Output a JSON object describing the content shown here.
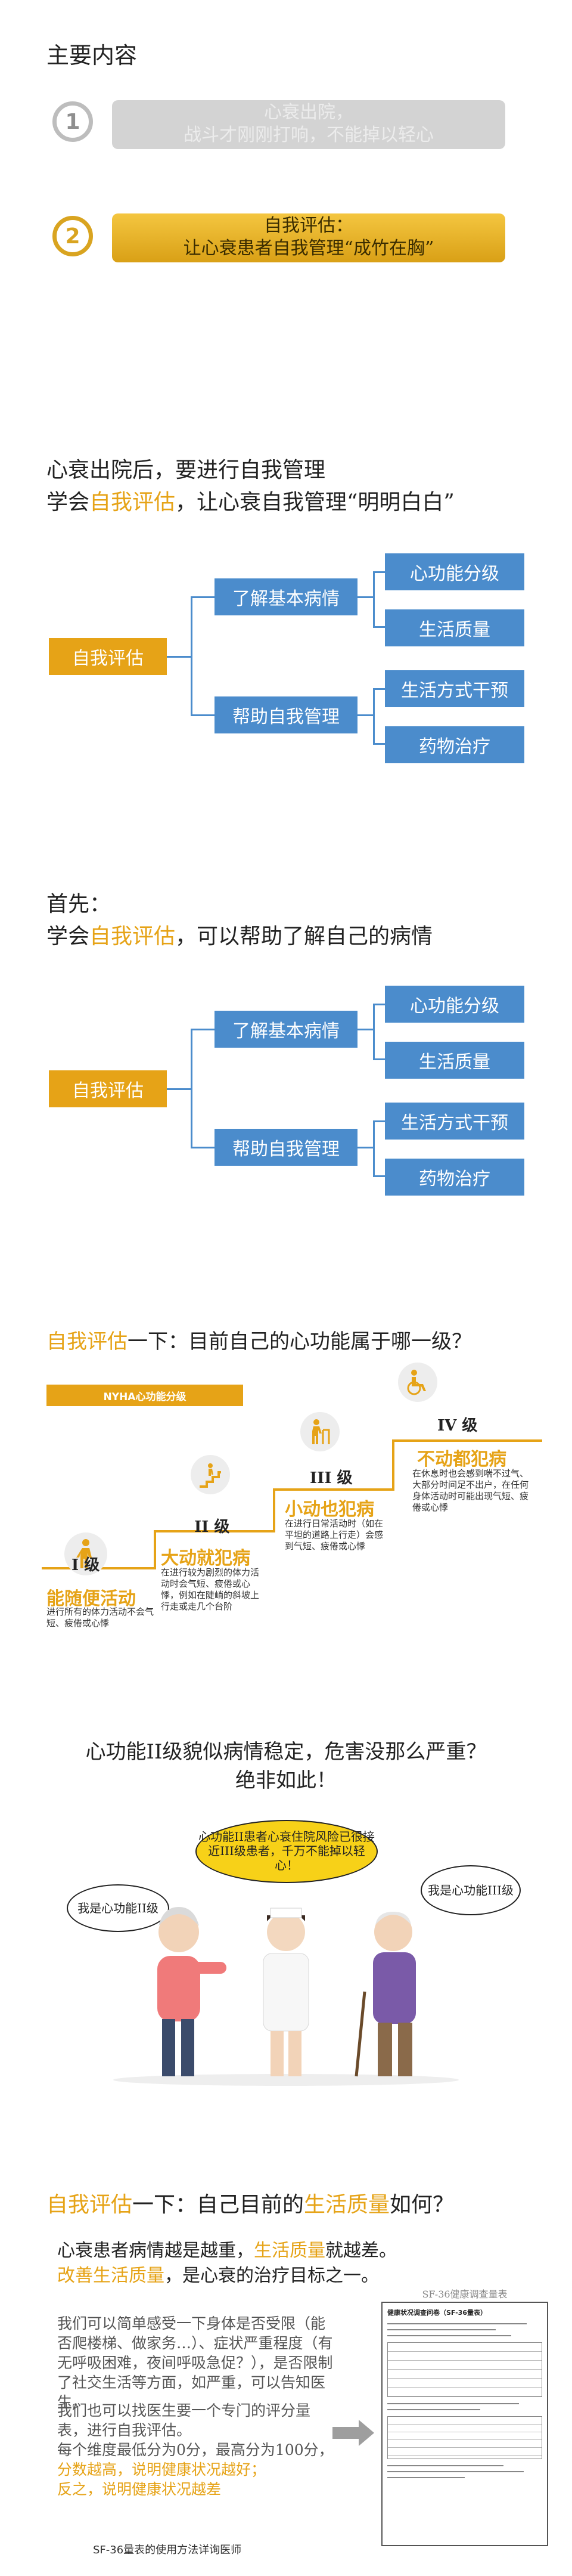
{
  "toc": {
    "title": "主要内容",
    "items": [
      {
        "num": "1",
        "line1": "心衰出院，",
        "line2": "战斗才刚刚打响，不能掉以轻心"
      },
      {
        "num": "2",
        "line1": "自我评估：",
        "line2": "让心衰患者自我管理“成竹在胸”"
      }
    ]
  },
  "s2": {
    "line1": "心衰出院后，要进行自我管理",
    "line2_pre": "学会",
    "line2_hl": "自我评估",
    "line2_post": "，让心衰自我管理“明明白白”"
  },
  "tree": {
    "root": "自我评估",
    "mid1": "了解基本病情",
    "mid2": "帮助自我管理",
    "leaf1": "心功能分级",
    "leaf2": "生活质量",
    "leaf3": "生活方式干预",
    "leaf4": "药物治疗"
  },
  "s3": {
    "line1": "首先：",
    "line2_pre": "学会",
    "line2_hl": "自我评估",
    "line2_post": "，可以帮助了解自己的病情"
  },
  "nyha": {
    "heading_hl": "自我评估",
    "heading_post": "一下：目前自己的心功能属于哪一级？",
    "tag": "NYHA心功能分级",
    "levels": [
      {
        "grade": "I 级",
        "title": "能随便活动",
        "desc": "进行所有的体力活动不会气短、疲倦或心悸"
      },
      {
        "grade": "II 级",
        "title": "大动就犯病",
        "desc": "在进行较为剧烈的体力活动时会气短、疲倦或心悸，例如在陡峭的斜坡上行走或走几个台阶"
      },
      {
        "grade": "III 级",
        "title": "小动也犯病",
        "desc": "在进行日常活动时（如在平坦的道路上行走）会感到气短、疲倦或心悸"
      },
      {
        "grade": "IV 级",
        "title": "不动都犯病",
        "desc": "在休息时也会感到喘不过气、大部分时间足不出户，在任何身体活动时可能出现气短、疲倦或心悸"
      }
    ]
  },
  "s5": {
    "line1": "心功能II级貌似病情稳定，危害没那么严重？",
    "line2": "绝非如此！",
    "bubble_left": "我是心功能II级",
    "bubble_center": "心功能II患者心衰住院风险已很接近III级患者，千万不能掉以轻心！",
    "bubble_right": "我是心功能III级"
  },
  "s6": {
    "heading_hl": "自我评估",
    "heading_mid": "一下：自己目前的",
    "heading_hl2": "生活质量",
    "heading_post": "如何？",
    "line1_pre": "心衰患者病情越是越重，",
    "line1_hl": "生活质量",
    "line1_post": "就越差。",
    "line2_hl": "改善生活质量",
    "line2_post": "，是心衰的治疗目标之一。",
    "p1": "我们可以简单感受一下身体是否受限（能否爬楼梯、做家务…）、症状严重程度（有无呼吸困难，夜间呼吸急促？），是否限制了社交生活等方面，如严重，可以告知医生。",
    "p2": "我们也可以找医生要一个专门的评分量表，进行自我评估。",
    "p3": "每个维度最低分为0分，最高分为100分，",
    "p4_hl": "分数越高，说明健康状况越好；",
    "p5_hl": "反之，说明健康状况越差",
    "form_title": "SF-36健康调查量表",
    "form_header": "健康状况调查问卷（SF-36量表）",
    "caption": "SF-36量表的使用方法详询医师"
  },
  "colors": {
    "orange": "#e6a317",
    "blue": "#4b8ccc",
    "gray": "#d3d3d3"
  }
}
